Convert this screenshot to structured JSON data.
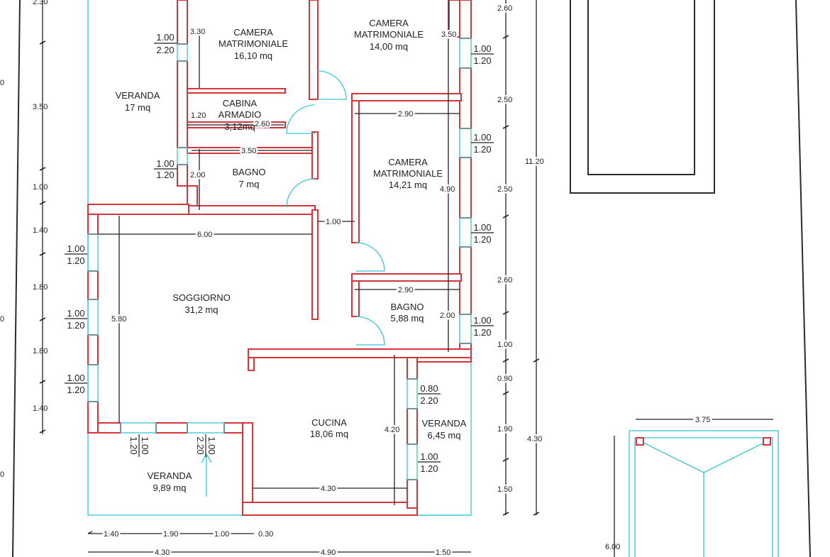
{
  "rooms": {
    "camera1": {
      "name_lines": [
        "CAMERA",
        "MATRIMONIALE"
      ],
      "area": "16,10 mq"
    },
    "camera2": {
      "name_lines": [
        "CAMERA",
        "MATRIMONIALE"
      ],
      "area": "14,00 mq"
    },
    "camera3": {
      "name_lines": [
        "CAMERA",
        "MATRIMONIALE"
      ],
      "area": "14,21 mq"
    },
    "veranda_nw": {
      "name": "VERANDA",
      "area": "17 mq"
    },
    "cabina": {
      "name_lines": [
        "CABINA",
        "ARMADIO"
      ],
      "area": "3,12mq"
    },
    "bagno1": {
      "name": "BAGNO",
      "area": "7 mq"
    },
    "bagno2": {
      "name": "BAGNO",
      "area": "5,88 mq"
    },
    "soggiorno": {
      "name": "SOGGIORNO",
      "area": "31,2 mq"
    },
    "cucina": {
      "name": "CUCINA",
      "area": "18,06 mq"
    },
    "veranda_e": {
      "name": "VERANDA",
      "area": "6,45 mq"
    },
    "veranda_s": {
      "name": "VERANDA",
      "area": "9,89 mq"
    }
  },
  "windows": {
    "w_cam1": {
      "top": "1.00",
      "bottom": "2.20"
    },
    "w_bagno1": {
      "top": "1.00",
      "bottom": "1.20"
    },
    "w_sog1": {
      "top": "1.00",
      "bottom": "1.20"
    },
    "w_sog2": {
      "top": "1.00",
      "bottom": "1.20"
    },
    "w_sog3": {
      "top": "1.00",
      "bottom": "1.20"
    },
    "w_cam2": {
      "top": "1.00",
      "bottom": "1.20"
    },
    "w_cam3a": {
      "top": "1.00",
      "bottom": "1.20"
    },
    "w_cam3b": {
      "top": "1.00",
      "bottom": "1.20"
    },
    "w_bagno2": {
      "top": "1.00",
      "bottom": "1.20"
    },
    "w_cucina1": {
      "top": "0.80",
      "bottom": "2.20"
    },
    "w_cucina2": {
      "top": "1.00",
      "bottom": "1.20"
    },
    "w_sog_s1": {
      "top": "1.00",
      "bottom": "1.20"
    },
    "w_sog_s2": {
      "top": "1.00",
      "bottom": "2.20"
    }
  },
  "inner_dims": {
    "d330": "3.30",
    "d350_right": "3.50",
    "d120": "1.20",
    "d260": "2.60",
    "d350_bagno": "3.50",
    "d200_bagno": "2.00",
    "d290_top": "2.90",
    "d490": "4.90",
    "d100_corr": "1.00",
    "d600": "6.00",
    "d290_bagno2": "2.90",
    "d200_bagno2": "2.00",
    "d580": "5.80",
    "d420": "4.20",
    "d430": "4.30"
  },
  "left_dims": [
    "2.30",
    "3.50",
    "1.00",
    "1.40",
    "1.80",
    "1.80",
    "1.40"
  ],
  "left_edge_labels": [
    "0",
    "0",
    "0"
  ],
  "right_dims": [
    "2.60",
    "2.50",
    "2.50",
    "2.60",
    "1.00",
    "0.90",
    "1.90",
    "1.50"
  ],
  "right_total_dims": [
    "11.20",
    "4.30"
  ],
  "bottom_dims_row1": [
    "1.40",
    "1.90",
    "1.00",
    "0.30"
  ],
  "bottom_dims_row2": [
    "4.30",
    "4.90",
    "1.50"
  ],
  "garage": {
    "width": "3.75",
    "depth": "6.00"
  }
}
